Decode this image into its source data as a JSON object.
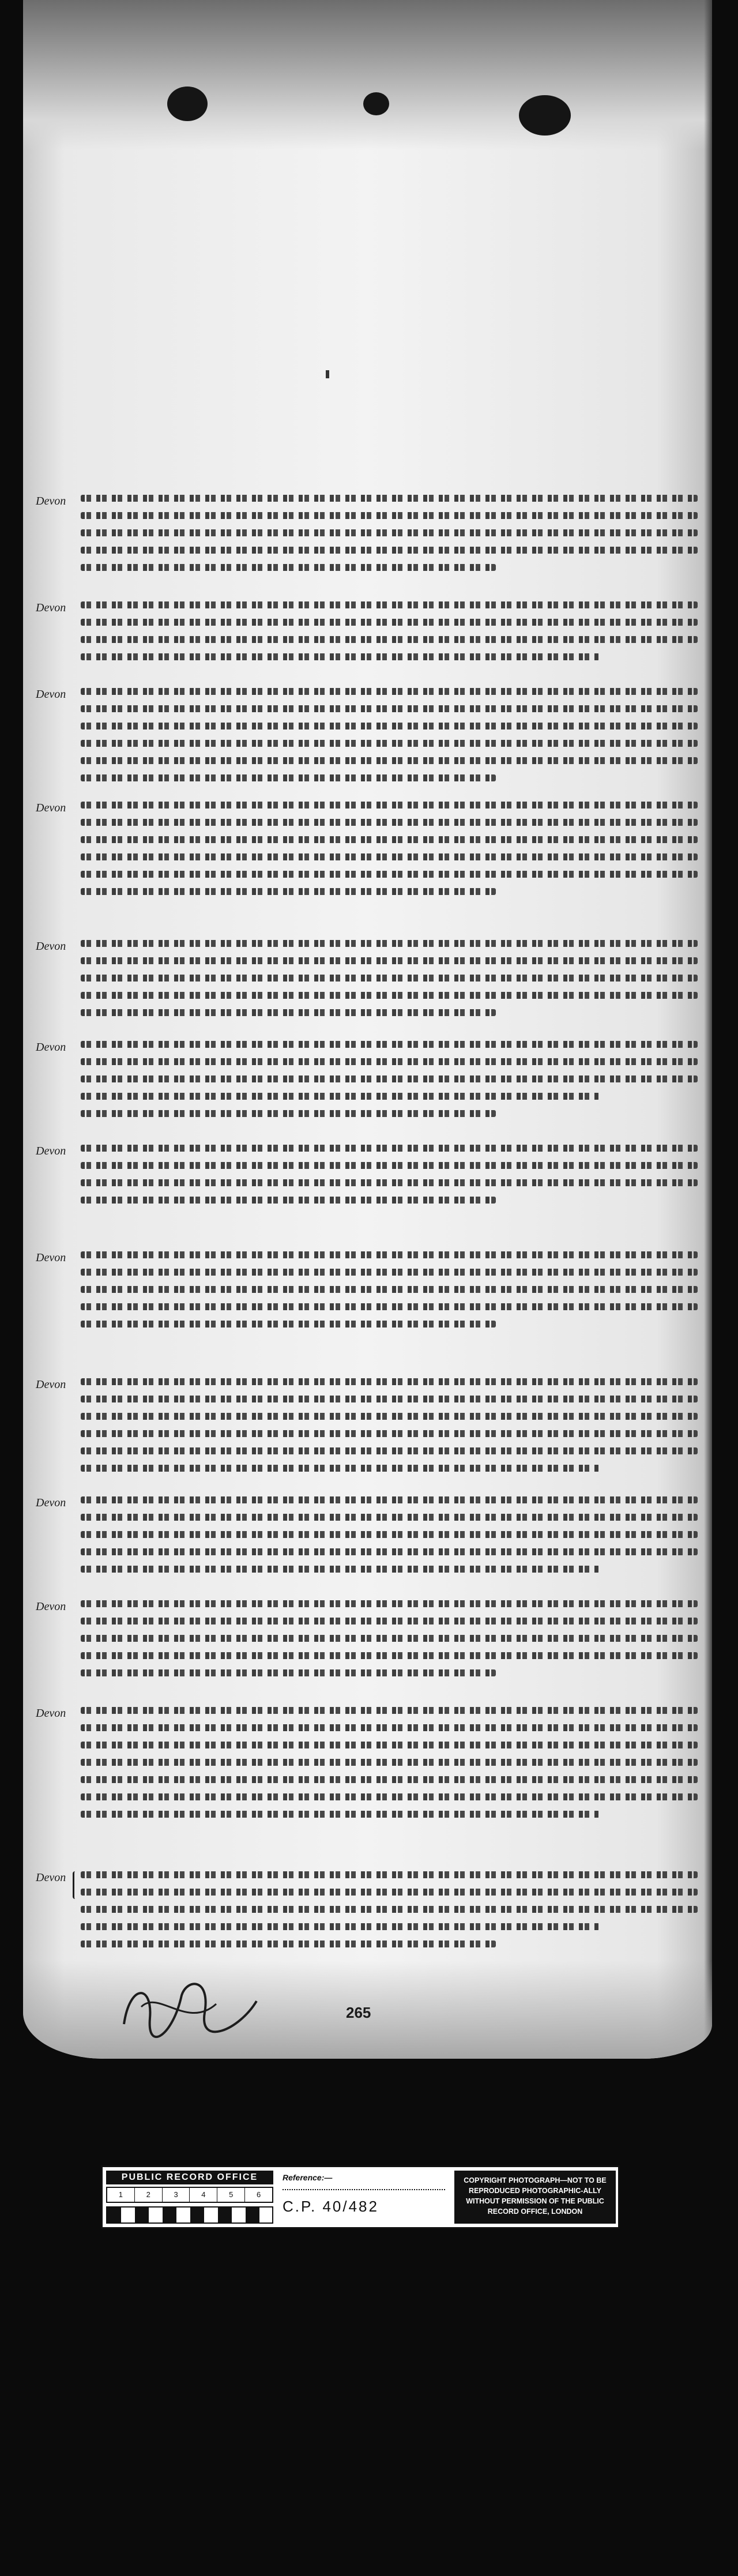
{
  "document": {
    "folio_number": "265",
    "margin_notes": [
      "Devon",
      "Devon",
      "Devon",
      "Devon",
      "Devon",
      "Devon",
      "Devon",
      "Devon",
      "Devon",
      "Devon",
      "Devon",
      "Devon",
      "Devon"
    ]
  },
  "stamp": {
    "office": "PUBLIC RECORD OFFICE",
    "ruler_marks": [
      "1",
      "2",
      "3",
      "4",
      "5",
      "6"
    ],
    "reference_label": "Reference:—",
    "reference": "C.P. 40/482",
    "copyright": "COPYRIGHT PHOTOGRAPH—NOT TO BE REPRODUCED PHOTOGRAPHIC-ALLY WITHOUT PERMISSION OF THE PUBLIC RECORD OFFICE, LONDON"
  },
  "colors": {
    "microfilm_background": "#0b0b0b",
    "parchment": "#f3f3f3",
    "ink": "#1b1b1b",
    "stamp_black": "#111111"
  }
}
